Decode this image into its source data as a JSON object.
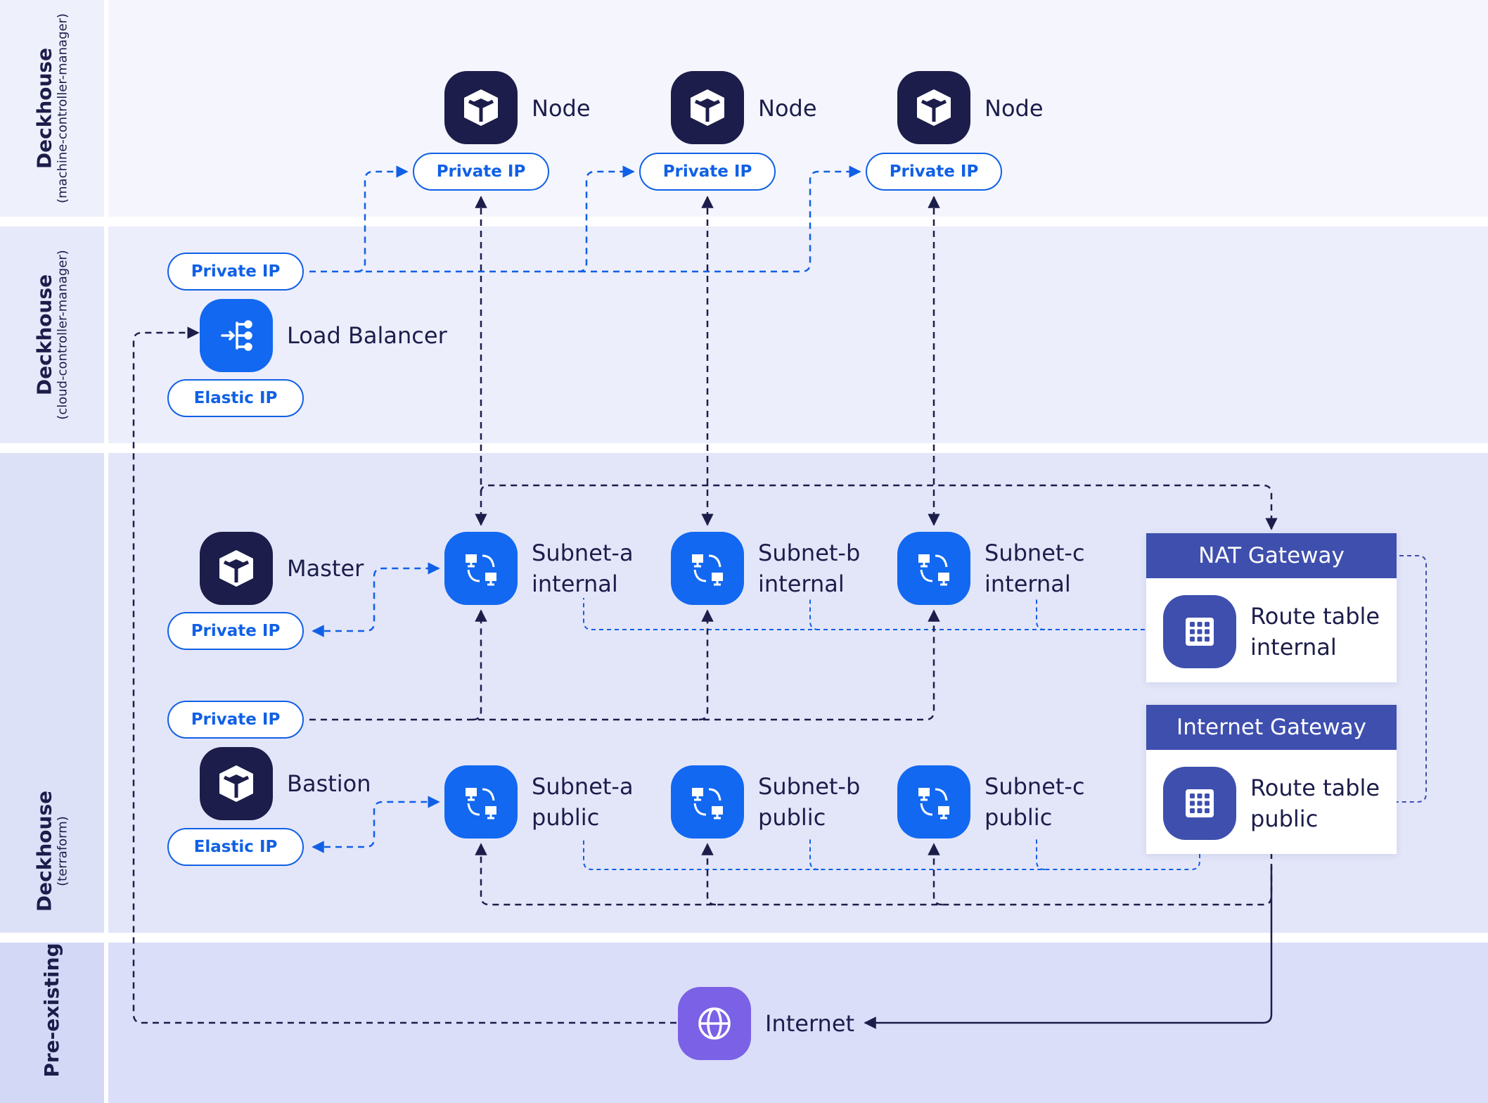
{
  "lanes": [
    {
      "title": "Deckhouse",
      "subtitle": "(machine-controller-manager)"
    },
    {
      "title": "Deckhouse",
      "subtitle": "(cloud-controller-manager)"
    },
    {
      "title": "Deckhouse",
      "subtitle": "(terraform)"
    },
    {
      "title": "Pre-existing",
      "subtitle": ""
    }
  ],
  "nodes": [
    {
      "label": "Node",
      "ip": "Private IP"
    },
    {
      "label": "Node",
      "ip": "Private IP"
    },
    {
      "label": "Node",
      "ip": "Private IP"
    }
  ],
  "load_balancer": {
    "label": "Load Balancer",
    "private_ip": "Private IP",
    "elastic_ip": "Elastic IP"
  },
  "master": {
    "label": "Master",
    "ip": "Private IP"
  },
  "terraform_private_ip": "Private IP",
  "bastion": {
    "label": "Bastion",
    "ip": "Elastic IP"
  },
  "subnets_internal": [
    {
      "line1": "Subnet-a",
      "line2": "internal"
    },
    {
      "line1": "Subnet-b",
      "line2": "internal"
    },
    {
      "line1": "Subnet-c",
      "line2": "internal"
    }
  ],
  "subnets_public": [
    {
      "line1": "Subnet-a",
      "line2": "public"
    },
    {
      "line1": "Subnet-b",
      "line2": "public"
    },
    {
      "line1": "Subnet-c",
      "line2": "public"
    }
  ],
  "nat_gateway": {
    "title": "NAT Gateway",
    "route_line1": "Route table",
    "route_line2": "internal"
  },
  "internet_gateway": {
    "title": "Internet Gateway",
    "route_line1": "Route table",
    "route_line2": "public"
  },
  "internet": {
    "label": "Internet"
  },
  "colors": {
    "navy": "#1c1d4a",
    "blue": "#1268f0",
    "indigo": "#3f4fae",
    "violet": "#7a61e6",
    "lane1": "#f4f5fd",
    "lane2": "#eceefb",
    "lane3": "#e3e6f9",
    "lane4": "#dadef8"
  }
}
